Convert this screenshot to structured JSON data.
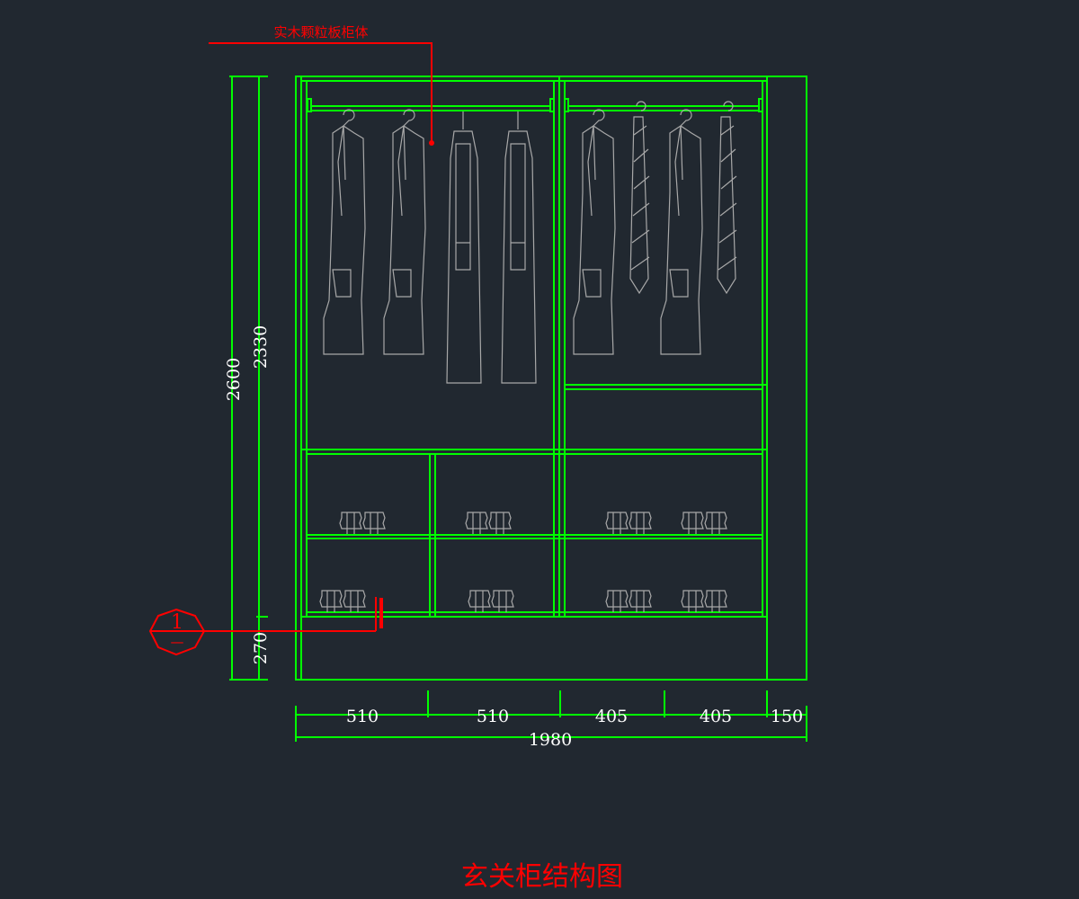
{
  "title": "玄关柜结构图",
  "material_label": "实木颗粒板柜体",
  "section_marker": {
    "number": "1",
    "sub": "—"
  },
  "dimensions": {
    "vertical": {
      "total": "2600",
      "upper": "2330",
      "base": "270"
    },
    "horizontal": [
      "510",
      "510",
      "405",
      "405",
      "150"
    ],
    "overall_width": "1980"
  },
  "colors": {
    "background": "#212830",
    "lines": "#00ff00",
    "annotation": "#ff0000",
    "fixtures": "#a8a8a8"
  }
}
